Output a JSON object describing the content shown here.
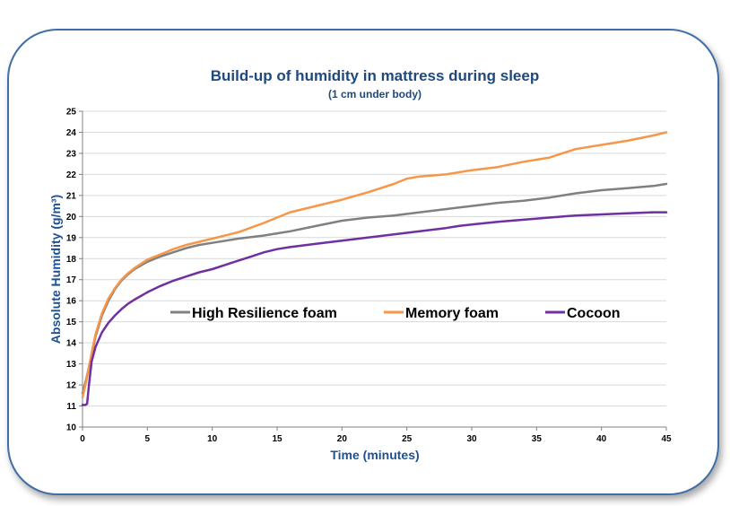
{
  "chart_data": {
    "type": "line",
    "title": "Build-up of humidity in mattress during sleep",
    "subtitle": "(1 cm under body)",
    "xlabel": "Time (minutes)",
    "ylabel": "Absolute Humidity (g/m³)",
    "xlim": [
      0,
      45
    ],
    "ylim": [
      10,
      25
    ],
    "xticks": [
      "0",
      "5",
      "10",
      "15",
      "20",
      "25",
      "30",
      "35",
      "40",
      "45"
    ],
    "yticks": [
      "10",
      "11",
      "12",
      "13",
      "14",
      "15",
      "16",
      "17",
      "18",
      "19",
      "20",
      "21",
      "22",
      "23",
      "24",
      "25"
    ],
    "grid": "horizontal",
    "legend_position": "center",
    "series": [
      {
        "name": "High Resilience foam",
        "color": "#808080",
        "x": [
          0,
          0.3,
          0.7,
          1,
          1.5,
          2,
          2.5,
          3,
          3.5,
          4,
          5,
          6,
          7,
          8,
          9,
          10,
          12,
          14,
          15,
          16,
          18,
          20,
          22,
          24,
          26,
          28,
          30,
          32,
          34,
          36,
          38,
          40,
          42,
          44,
          45
        ],
        "y": [
          11.6,
          12.3,
          13.4,
          14.3,
          15.3,
          16.0,
          16.55,
          16.95,
          17.25,
          17.5,
          17.85,
          18.1,
          18.3,
          18.5,
          18.65,
          18.75,
          18.95,
          19.1,
          19.2,
          19.3,
          19.55,
          19.8,
          19.95,
          20.05,
          20.2,
          20.35,
          20.5,
          20.65,
          20.75,
          20.9,
          21.1,
          21.25,
          21.35,
          21.45,
          21.55
        ]
      },
      {
        "name": "Memory foam",
        "color": "#f79646",
        "x": [
          0,
          0.3,
          0.7,
          1,
          1.5,
          2,
          2.5,
          3,
          3.5,
          4,
          5,
          6,
          7,
          8,
          9,
          10,
          12,
          14,
          15,
          16,
          18,
          20,
          22,
          24,
          25,
          26,
          28,
          30,
          32,
          34,
          36,
          38,
          40,
          42,
          44,
          45
        ],
        "y": [
          11.4,
          12.2,
          13.5,
          14.4,
          15.4,
          16.1,
          16.6,
          17.0,
          17.3,
          17.55,
          17.95,
          18.2,
          18.45,
          18.65,
          18.8,
          18.95,
          19.25,
          19.7,
          19.95,
          20.2,
          20.5,
          20.8,
          21.15,
          21.55,
          21.8,
          21.9,
          22.0,
          22.2,
          22.35,
          22.6,
          22.8,
          23.2,
          23.4,
          23.6,
          23.85,
          24.0
        ]
      },
      {
        "name": "Cocoon",
        "color": "#7030a0",
        "x": [
          0,
          0.2,
          0.35,
          0.5,
          0.7,
          1,
          1.5,
          2,
          2.5,
          3,
          3.5,
          4,
          5,
          6,
          7,
          8,
          9,
          10,
          11,
          12,
          13,
          14,
          15,
          16,
          18,
          20,
          22,
          24,
          26,
          28,
          29,
          30,
          32,
          34,
          36,
          38,
          40,
          42,
          44,
          45
        ],
        "y": [
          11.05,
          11.05,
          11.1,
          12.0,
          13.1,
          13.8,
          14.5,
          14.95,
          15.3,
          15.6,
          15.85,
          16.05,
          16.4,
          16.7,
          16.95,
          17.15,
          17.35,
          17.5,
          17.7,
          17.9,
          18.1,
          18.3,
          18.45,
          18.55,
          18.7,
          18.85,
          19.0,
          19.15,
          19.3,
          19.45,
          19.55,
          19.62,
          19.75,
          19.85,
          19.95,
          20.05,
          20.1,
          20.15,
          20.2,
          20.2
        ]
      }
    ]
  }
}
